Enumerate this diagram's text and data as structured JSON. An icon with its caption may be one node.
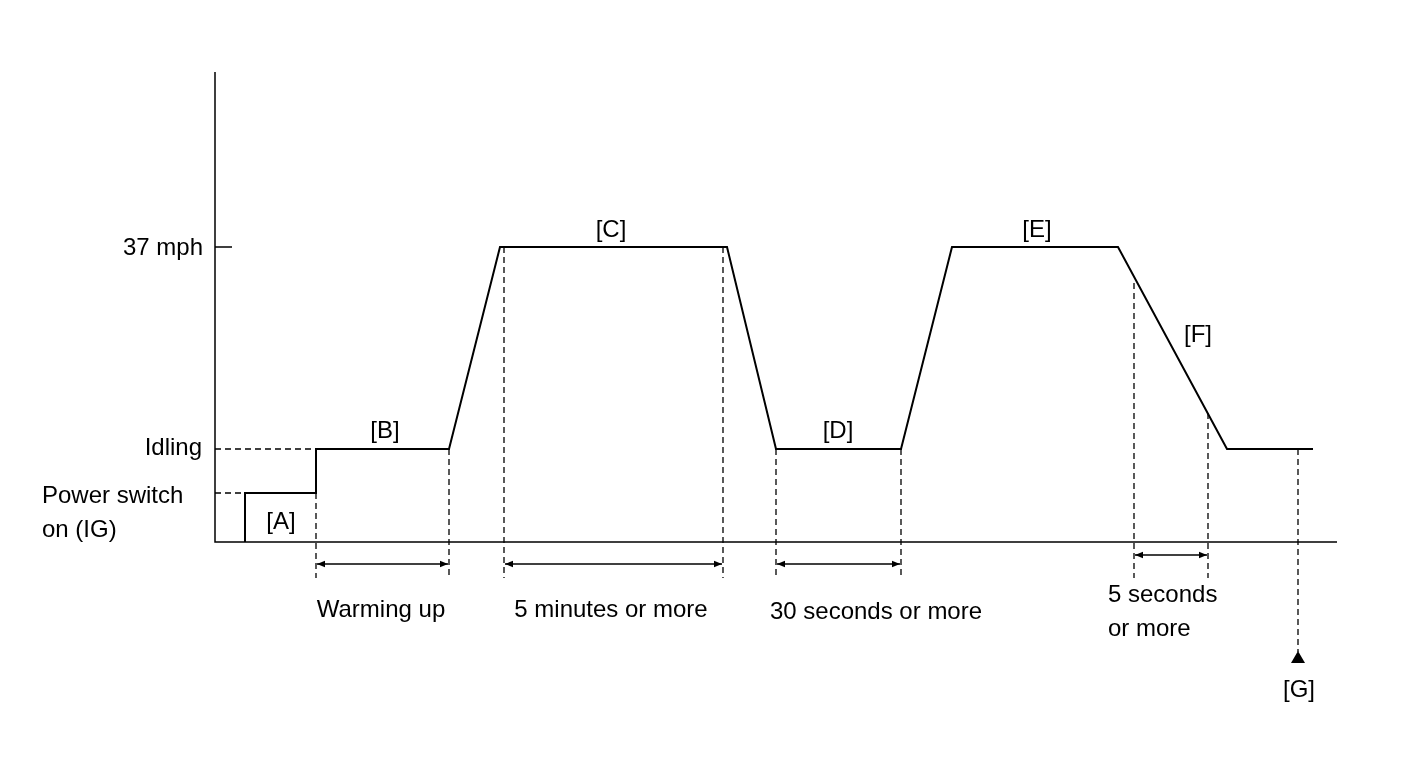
{
  "diagram": {
    "labels": [
      "[C]",
      "[E]",
      "37 mph",
      "[F]",
      "[B]",
      "[D]",
      "Idling",
      "Power switch on (IG)",
      "[A]",
      "Warming up",
      "5 minutes or more",
      "30 seconds or more",
      "5 seconds or more",
      "[G]"
    ]
  }
}
